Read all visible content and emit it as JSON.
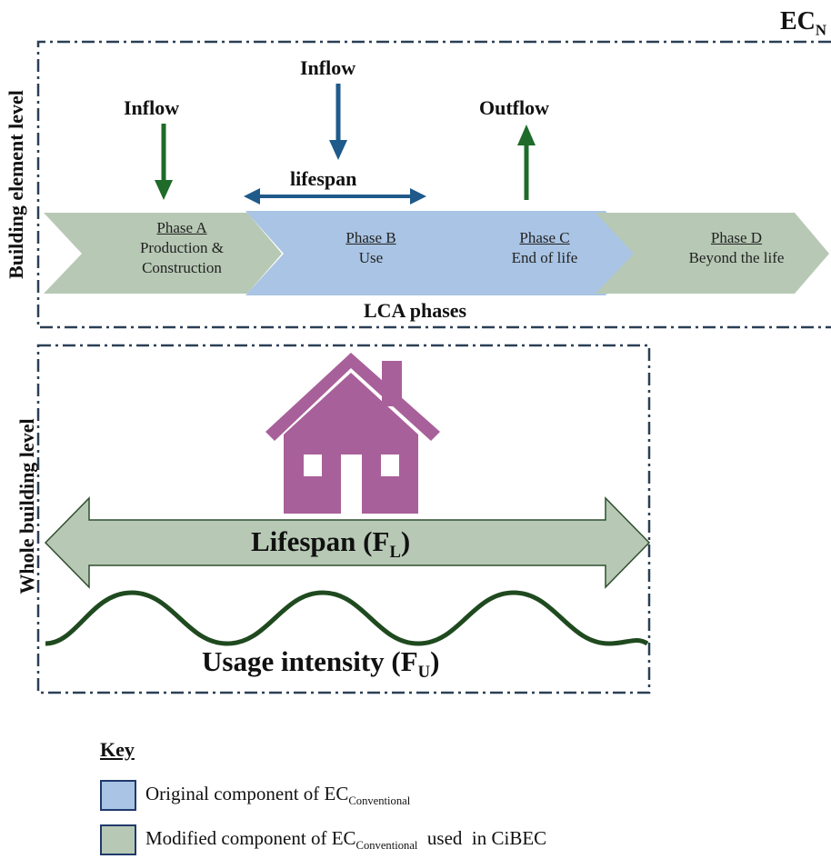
{
  "top_right_label": {
    "main": "EC",
    "sub": "N"
  },
  "building_element": {
    "side_label": "Building element level",
    "flows": {
      "inflow_a": "Inflow",
      "inflow_b": "Inflow",
      "outflow_c": "Outflow",
      "lifespan": "lifespan"
    },
    "phases": [
      {
        "title": "Phase A",
        "lines": [
          "Production &",
          "Construction"
        ],
        "color": "#b7c9b5"
      },
      {
        "title": "Phase B",
        "lines": [
          "Use"
        ],
        "color": "#a9c4e4"
      },
      {
        "title": "Phase C",
        "lines": [
          "End of life"
        ],
        "color": "#a9c4e4"
      },
      {
        "title": "Phase D",
        "lines": [
          "Beyond the life"
        ],
        "color": "#b7c9b5"
      }
    ],
    "bottom_label": "LCA phases"
  },
  "whole_building": {
    "side_label": "Whole building level",
    "lifespan_label": {
      "main": "Lifespan (F",
      "sub": "L",
      "close": ")"
    },
    "usage_label": {
      "main": "Usage intensity (F",
      "sub": "U",
      "close": ")"
    },
    "house_color": "#a8609a",
    "arrow_color": "#b7c9b5",
    "wave_color": "#1f4a1f"
  },
  "key": {
    "title": "Key",
    "items": [
      {
        "text": "Original component of EC",
        "sub": "Conventional",
        "tail": "",
        "color": "#a9c4e4"
      },
      {
        "text": "Modified component of EC",
        "sub": "Conventional",
        "tail": "  used  in CiBEC",
        "color": "#b7c9b5"
      }
    ]
  },
  "colors": {
    "green_arrow": "#1e6b2a",
    "blue_arrow": "#1f5a8a",
    "frame": "#2a3f55"
  }
}
